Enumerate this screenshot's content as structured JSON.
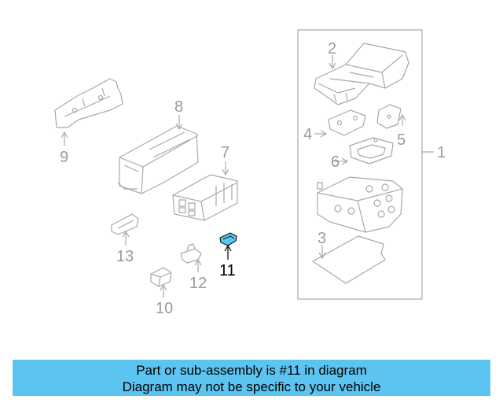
{
  "diagram": {
    "callouts": [
      {
        "id": "1",
        "label": "1"
      },
      {
        "id": "2",
        "label": "2"
      },
      {
        "id": "3",
        "label": "3"
      },
      {
        "id": "4",
        "label": "4"
      },
      {
        "id": "5",
        "label": "5"
      },
      {
        "id": "6",
        "label": "6"
      },
      {
        "id": "7",
        "label": "7"
      },
      {
        "id": "8",
        "label": "8"
      },
      {
        "id": "9",
        "label": "9"
      },
      {
        "id": "10",
        "label": "10"
      },
      {
        "id": "11",
        "label": "11"
      },
      {
        "id": "12",
        "label": "12"
      },
      {
        "id": "13",
        "label": "13"
      }
    ],
    "highlighted_part": "11",
    "colors": {
      "highlight_part": "#5bc4f1",
      "line": "#a8a8a8",
      "highlight_label": "#000000",
      "banner_background": "#5bc4f1"
    }
  },
  "banner": {
    "line1": "Part or sub-assembly is #11 in diagram",
    "line2": "Diagram may not be specific to your vehicle"
  }
}
